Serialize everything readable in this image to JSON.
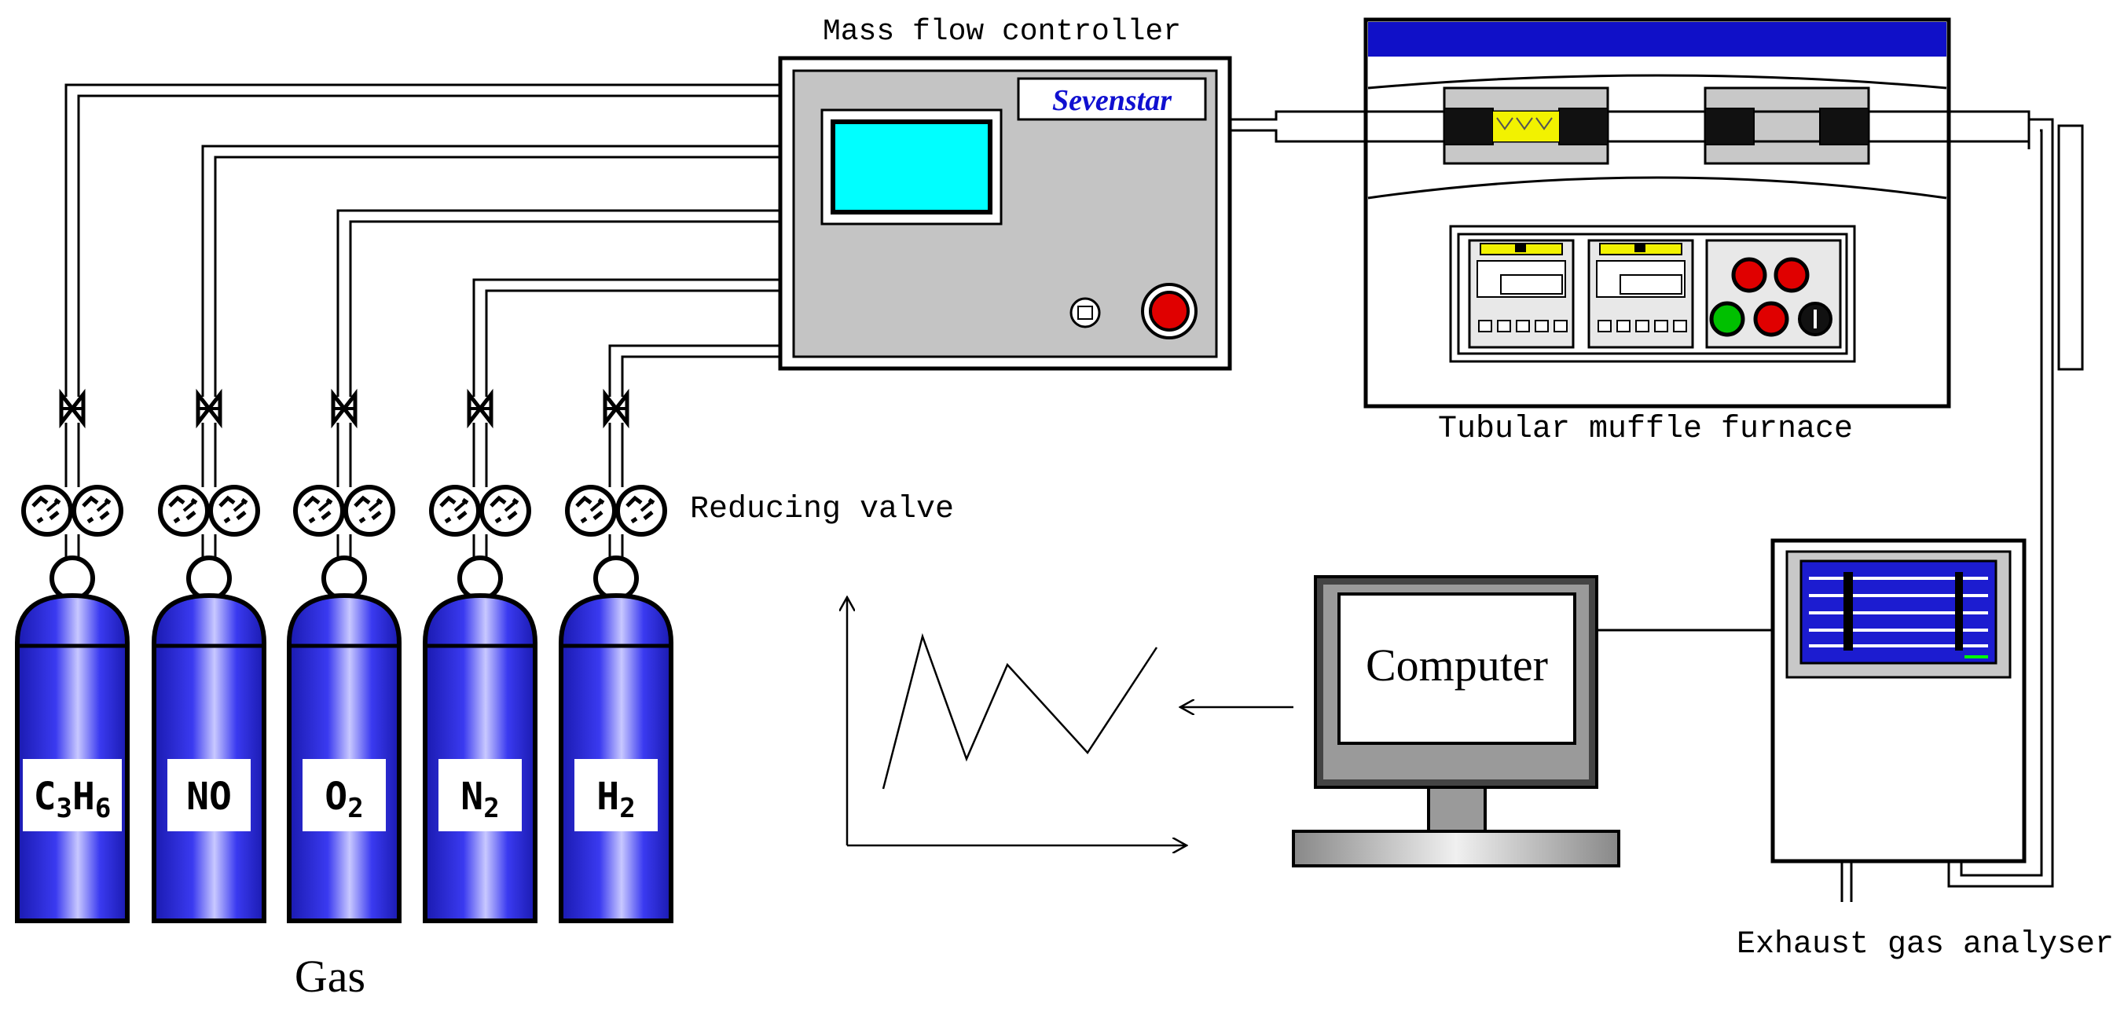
{
  "labels": {
    "mfc": "Mass flow controller",
    "brand": "Sevenstar",
    "furnace": "Tubular muffle furnace",
    "reducing_valve": "Reducing valve",
    "computer": "Computer",
    "analyser": "Exhaust gas analyser",
    "gas": "Gas"
  },
  "cylinders": [
    {
      "main": "C",
      "sub1": "3",
      "main2": "H",
      "sub2": "6"
    },
    {
      "main": "NO",
      "sub1": "",
      "main2": "",
      "sub2": ""
    },
    {
      "main": "O",
      "sub1": "2",
      "main2": "",
      "sub2": ""
    },
    {
      "main": "N",
      "sub1": "2",
      "main2": "",
      "sub2": ""
    },
    {
      "main": "H",
      "sub1": "2",
      "main2": "",
      "sub2": ""
    }
  ],
  "colors": {
    "cylinder": "#2a2ae6",
    "screen": "#00ffff",
    "furnace_bar": "#1010c8",
    "panel_gray": "#c4c4c4",
    "knob_red": "#e00000",
    "knob_green": "#00c000",
    "indicator_yellow": "#f2f200",
    "analyser_screen": "#1c1cd0"
  }
}
